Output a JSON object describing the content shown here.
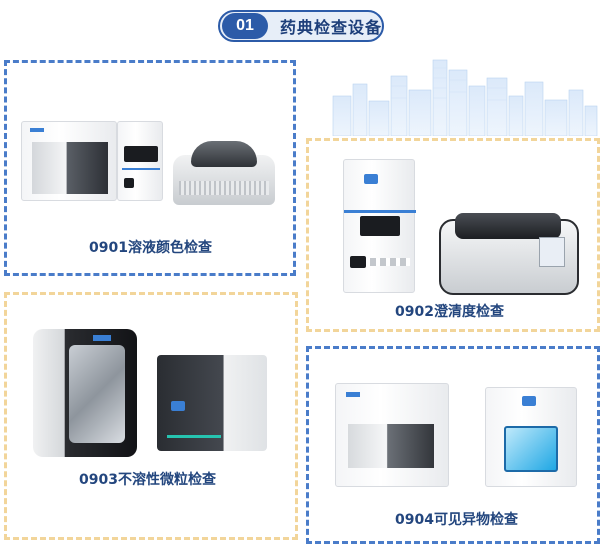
{
  "header": {
    "number": "01",
    "title": "药典检查设备"
  },
  "panels": [
    {
      "caption": "0901溶液颜色检查"
    },
    {
      "caption": "0902澄清度检查"
    },
    {
      "caption": "0903不溶性微粒检查"
    },
    {
      "caption": "0904可见异物检查"
    }
  ],
  "colors": {
    "blue_dash": "#4a7cc9",
    "yellow_dash": "#f2d59a",
    "accent": "#2c5ba8",
    "caption": "#23467e"
  },
  "icons": [
    "city-skyline-illustration",
    "instrument-photo"
  ]
}
